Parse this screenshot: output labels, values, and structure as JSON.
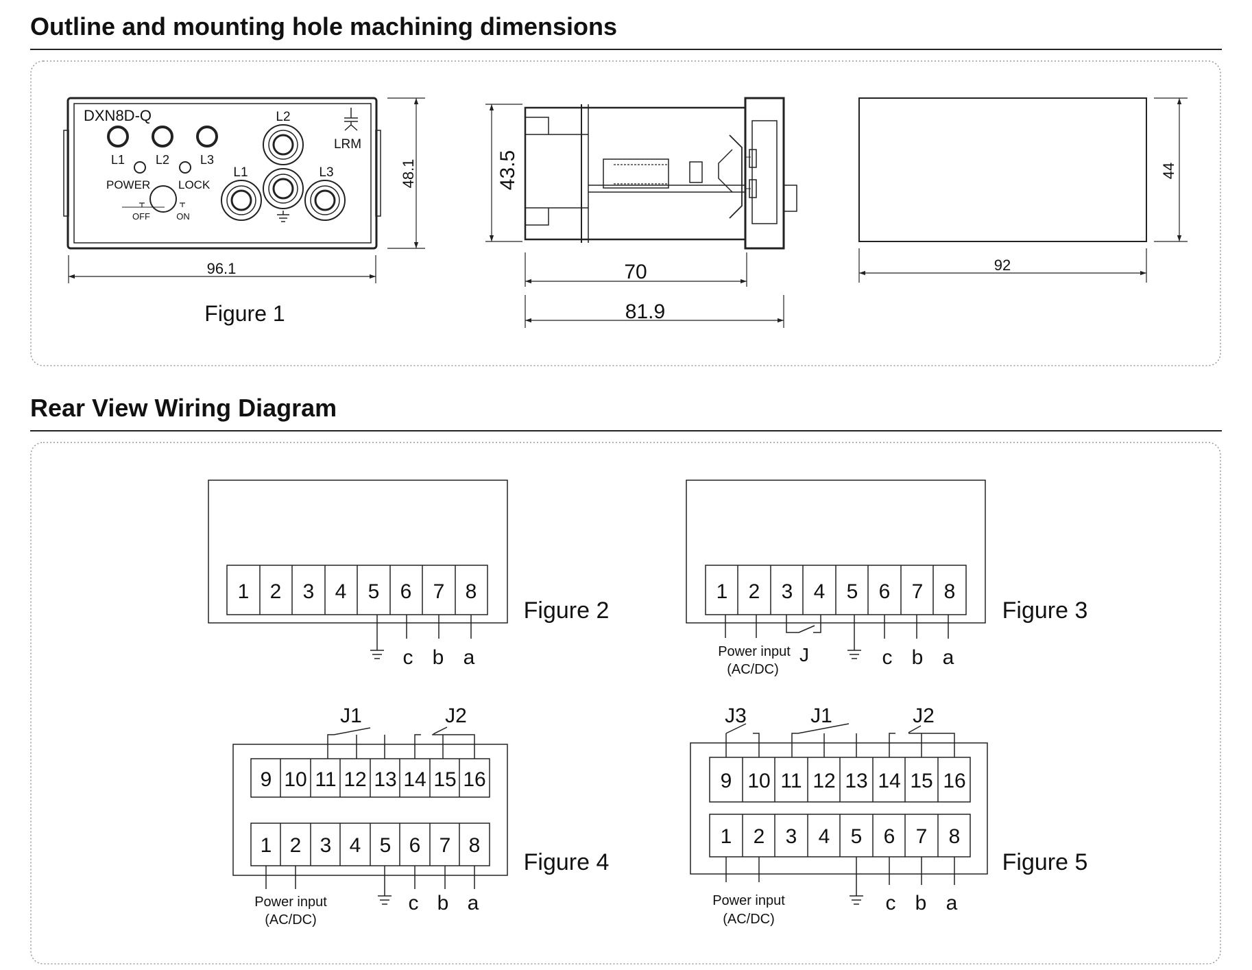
{
  "sections": {
    "outline_title": "Outline and mounting hole machining dimensions",
    "wiring_title": "Rear View Wiring Diagram"
  },
  "figure1": {
    "caption": "Figure 1",
    "model": "DXN8D-Q",
    "indicator_labels": [
      "L1",
      "L2",
      "L3"
    ],
    "socket_labels": {
      "top": "L2",
      "left": "L1",
      "right": "L3"
    },
    "lrm_label": "LRM",
    "power_label": "POWER",
    "lock_label": "LOCK",
    "off_label": "OFF",
    "on_label": "ON",
    "width_dim": "96.1",
    "height_dim": "48.1"
  },
  "side_view": {
    "height_dim": "43.5",
    "depth_dim": "70",
    "total_depth_dim": "81.9"
  },
  "cutout": {
    "width_dim": "92",
    "height_dim": "44"
  },
  "figure2": {
    "caption": "Figure 2",
    "terminals": [
      "1",
      "2",
      "3",
      "4",
      "5",
      "6",
      "7",
      "8"
    ],
    "lead_labels": [
      "c",
      "b",
      "a"
    ]
  },
  "figure3": {
    "caption": "Figure 3",
    "terminals": [
      "1",
      "2",
      "3",
      "4",
      "5",
      "6",
      "7",
      "8"
    ],
    "power_label": "Power input",
    "power_sub": "(AC/DC)",
    "relay_label": "J",
    "lead_labels": [
      "c",
      "b",
      "a"
    ]
  },
  "figure4": {
    "caption": "Figure 4",
    "top_terminals": [
      "9",
      "10",
      "11",
      "12",
      "13",
      "14",
      "15",
      "16"
    ],
    "bottom_terminals": [
      "1",
      "2",
      "3",
      "4",
      "5",
      "6",
      "7",
      "8"
    ],
    "relay_labels": [
      "J1",
      "J2"
    ],
    "power_label": "Power input",
    "power_sub": "(AC/DC)",
    "lead_labels": [
      "c",
      "b",
      "a"
    ]
  },
  "figure5": {
    "caption": "Figure 5",
    "top_terminals": [
      "9",
      "10",
      "11",
      "12",
      "13",
      "14",
      "15",
      "16"
    ],
    "bottom_terminals": [
      "1",
      "2",
      "3",
      "4",
      "5",
      "6",
      "7",
      "8"
    ],
    "relay_labels": [
      "J3",
      "J1",
      "J2"
    ],
    "power_label": "Power input",
    "power_sub": "(AC/DC)",
    "lead_labels": [
      "c",
      "b",
      "a"
    ]
  }
}
